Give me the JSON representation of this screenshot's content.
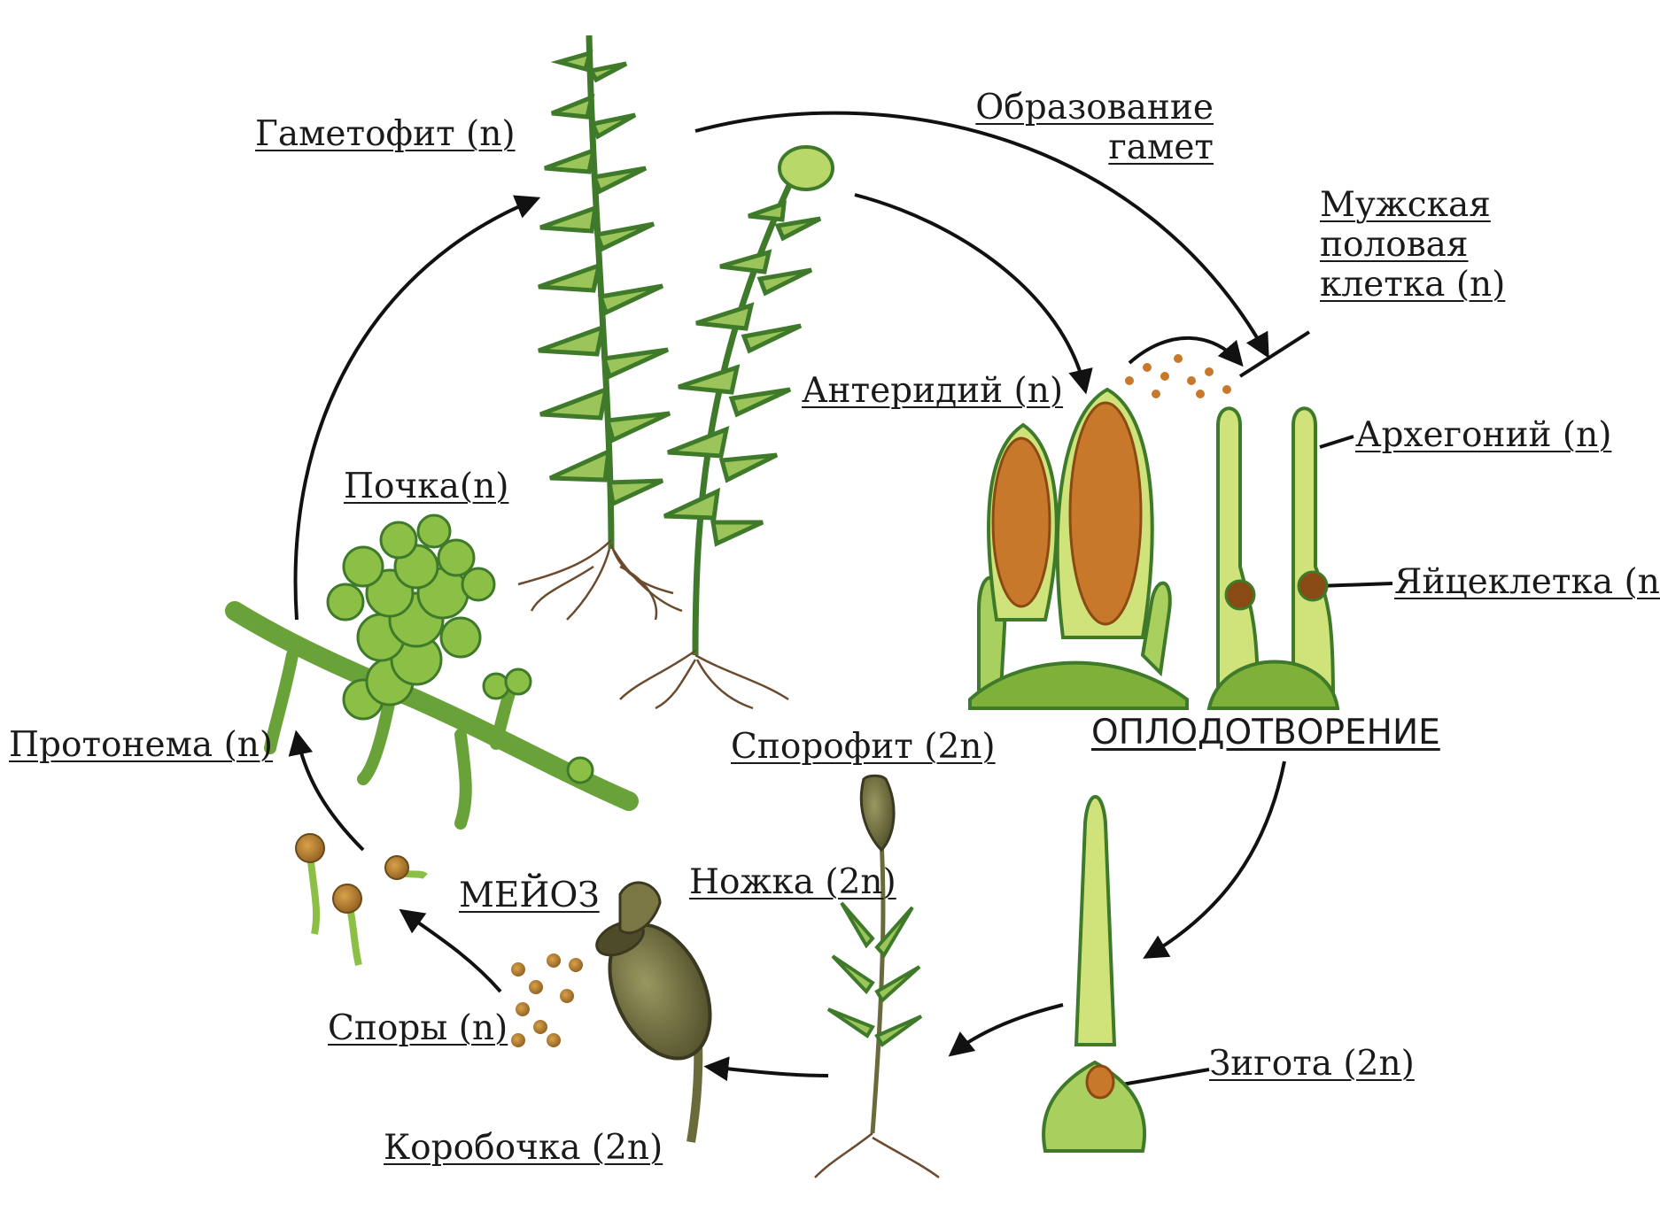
{
  "labels": {
    "gametophyte": "Гаметофит (n)",
    "gamete_formation_1": "Образование",
    "gamete_formation_2": "гамет",
    "male_cell_1": "Мужская",
    "male_cell_2": "половая",
    "male_cell_3": "клетка (n)",
    "antheridium": "Антеридий (n)",
    "archegonium": "Архегоний (n)",
    "egg_cell": "Яйцеклетка (n)",
    "bud": "Почка(n)",
    "protonema": "Протонема (n)",
    "sporophyte": "Спорофит (2n)",
    "fertilization": "ОПЛОДОТВОРЕНИЕ",
    "meiosis": "МЕЙОЗ",
    "stalk": "Ножка (2n)",
    "spores": "Споры (n)",
    "zygote": "Зигота (2n)",
    "capsule": "Коробочка (2n)"
  },
  "colors": {
    "leaf_dark": "#3f7a2b",
    "leaf_light": "#9bc55a",
    "cell_green": "#8cbf45",
    "sperm_orange": "#c8782a",
    "root_brown": "#6b4a2e",
    "capsule_olive": "#6b6a3a",
    "arrow": "#111111"
  }
}
